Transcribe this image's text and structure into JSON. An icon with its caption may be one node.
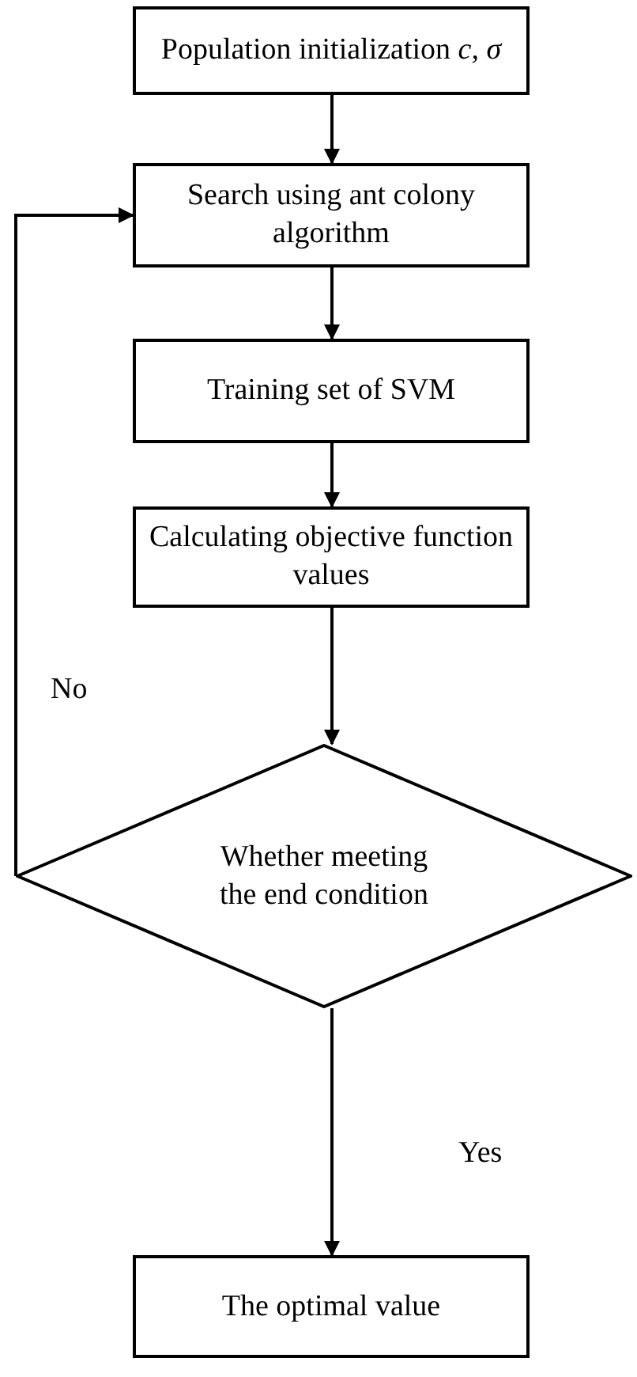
{
  "diagram": {
    "nodes": [
      {
        "text": [
          "Population initialization *c, σ*"
        ]
      },
      {
        "text": [
          "Search using ant colony algorithm"
        ]
      },
      {
        "text": [
          "Training set of SVM"
        ]
      },
      {
        "text": [
          "Calculating objective function values"
        ]
      },
      {
        "text": [
          "Whether meeting the end condition"
        ]
      },
      {
        "text": [
          "The optimal value"
        ]
      }
    ],
    "edges": [
      {
        "from": 0,
        "to": 1,
        "arrow": "to"
      },
      {
        "from": 1,
        "to": 2,
        "arrow": "to"
      },
      {
        "from": 2,
        "to": 3,
        "arrow": "to"
      },
      {
        "from": 3,
        "to": 4,
        "arrow": "to"
      },
      {
        "from": 4,
        "to": 5,
        "arrow": "to",
        "label": "Yes"
      },
      {
        "from": 4,
        "to": 1,
        "arrow": "to",
        "label": "No"
      }
    ]
  }
}
